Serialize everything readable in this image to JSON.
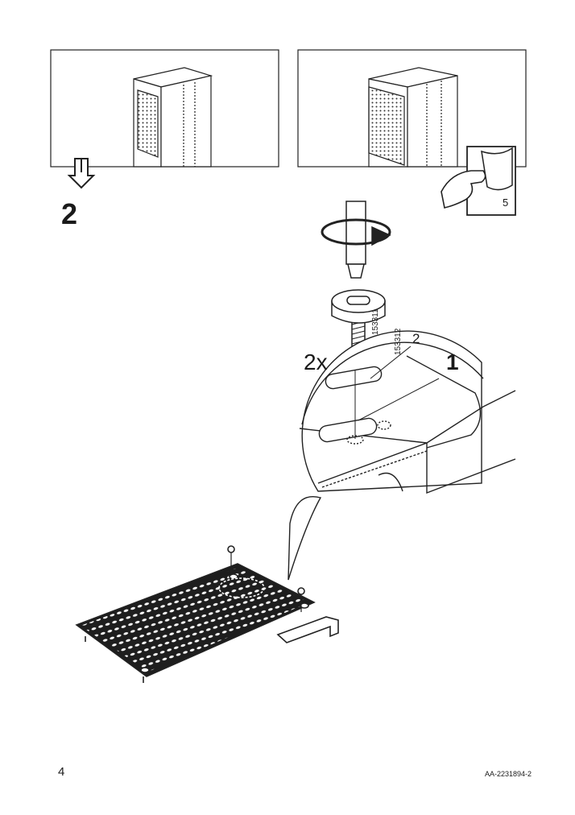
{
  "step": {
    "number": "2"
  },
  "callout": {
    "quantity": "2x",
    "part_1_label": "1",
    "part_2_label": "2",
    "article_numbers": [
      "153311",
      "153312"
    ]
  },
  "reference": {
    "page": "5"
  },
  "footer": {
    "page_number": "4",
    "document_code": "AA-2231894-2"
  },
  "icons": [
    "turn-over-arrow-icon",
    "page-turn-hand-icon",
    "screwdriver-rotate-icon"
  ]
}
